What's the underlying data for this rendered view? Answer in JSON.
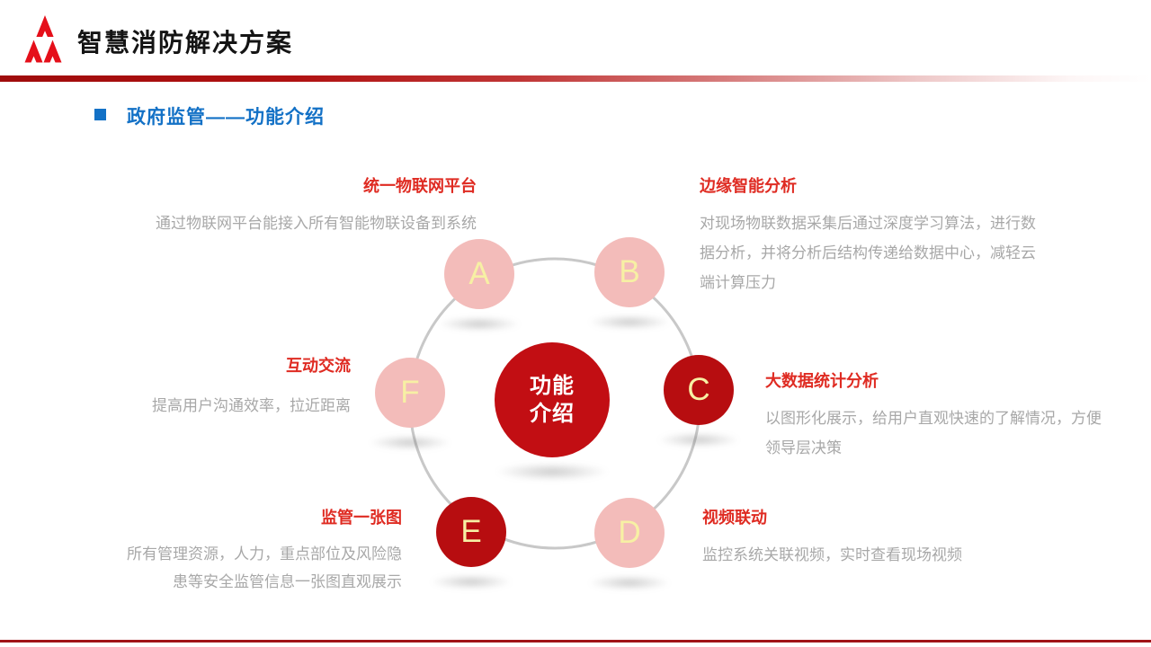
{
  "colors": {
    "accent_red": "#c20e13",
    "node_pink": "#f3bcba",
    "node_dark_red": "#b70d10",
    "node_letter": "#f7f0a4",
    "label_red": "#df2b22",
    "desc_gray": "#a8a8a8",
    "heading_blue": "#1371c6",
    "logo_red": "#e50f1a",
    "ring_gray": "#c8c8c8"
  },
  "header": {
    "title": "智慧消防解决方案"
  },
  "section": {
    "title": "政府监管——功能介绍"
  },
  "diagram": {
    "center": {
      "line1": "功能",
      "line2": "介绍"
    },
    "nodes": [
      {
        "letter": "A",
        "variant": "pink",
        "title": "统一物联网平台",
        "desc_lines": [
          "通过物联网平台能接入所有智能物联设备到系统"
        ]
      },
      {
        "letter": "B",
        "variant": "pink",
        "title": "边缘智能分析",
        "desc_lines": [
          "对现场物联数据采集后通过深度学习算法，进行数",
          "据分析，并将分析后结构传递给数据中心，减轻云",
          "端计算压力"
        ]
      },
      {
        "letter": "C",
        "variant": "red",
        "title": "大数据统计分析",
        "desc_lines": [
          "以图形化展示，给用户直观快速的了解情况，方便",
          "领导层决策"
        ]
      },
      {
        "letter": "D",
        "variant": "pink",
        "title": "视频联动",
        "desc_lines": [
          "监控系统关联视频，实时查看现场视频"
        ]
      },
      {
        "letter": "E",
        "variant": "red",
        "title": "监管一张图",
        "desc_lines": [
          "所有管理资源，人力，重点部位及风险隐",
          "患等安全监管信息一张图直观展示"
        ]
      },
      {
        "letter": "F",
        "variant": "pink",
        "title": "互动交流",
        "desc_lines": [
          "提高用户沟通效率，拉近距离"
        ]
      }
    ]
  }
}
